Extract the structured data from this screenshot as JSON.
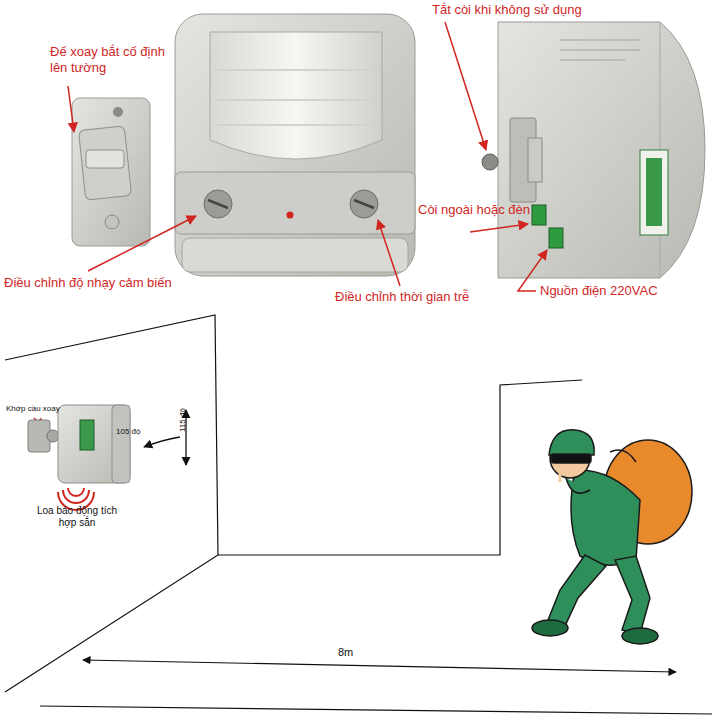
{
  "diagram": {
    "labels": [
      "Đế xoay bắt cố định lên tường",
      "Tắt còi khi không sử dụng",
      "Điều chỉnh độ nhạy cảm biến",
      "Điều chỉnh thời gian trễ",
      "Còi ngoài hoặc đèn",
      "Nguồn điện 220VAC",
      "Khớp cầu xoay",
      "105 độ",
      "115 độ",
      "Loa báo động tích hợp sẵn",
      "8m"
    ]
  }
}
